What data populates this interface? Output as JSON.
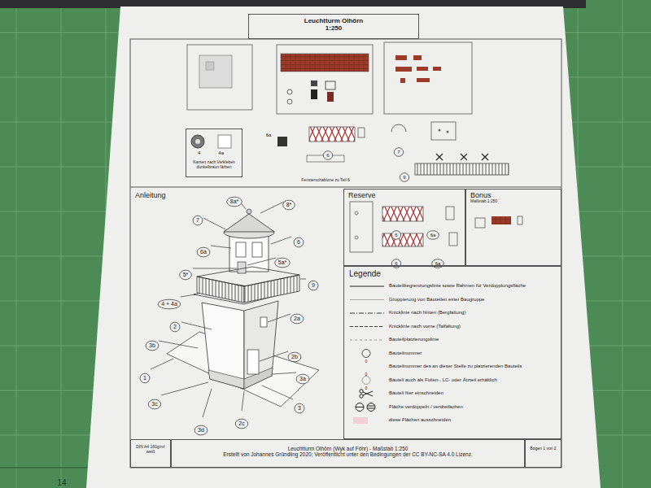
{
  "diagram": {
    "nodes": [
      {
        "text": [
          "Leuchtturm Olhörn",
          "1:250"
        ]
      },
      {
        "text": [
          "4",
          "4a",
          "Kanten nach Verkleben dunkelbraun färben"
        ]
      },
      {
        "text": [
          "Anleitung"
        ]
      },
      {
        "text": [
          "Reserve"
        ]
      },
      {
        "text": [
          "Bonus",
          "Maßstab 1:250"
        ]
      },
      {
        "text": [
          "Legende"
        ]
      },
      {
        "text": [
          "DIN A4 160g/m² weiß"
        ]
      },
      {
        "text": [
          "Leuchtturm Olhörn (Wyk auf Föhr)  -  Maßstab 1:250",
          "Erstellt von Johannes Gründling 2020; Veröffentlicht unter den Bedingungen der CC BY-NC-SA 4.0 Lizenz."
        ]
      },
      {
        "text": [
          "Bogen 1 von 2"
        ]
      }
    ],
    "labels": [
      "6a",
      "6",
      "Fensterschablone zu Teil 6",
      "7",
      "9",
      "8a*",
      "8*",
      "7",
      "6a",
      "6",
      "5*",
      "5a*",
      "9",
      "4 + 4a",
      "2a",
      "2",
      "3b",
      "2b",
      "1",
      "3a",
      "3c",
      "3",
      "2c",
      "3d",
      "6",
      "6a",
      "6",
      "6a",
      "0",
      "0",
      "0",
      "14"
    ],
    "legend": [
      {
        "text": "Bauteilbegrenzungslinie sowie Rahmen für Verdopplungsfläche"
      },
      {
        "text": "Gruppierung von Bauteilen einer Baugruppe"
      },
      {
        "text": "Knicklinie nach hinten (Bergfaltung)"
      },
      {
        "text": "Knicklinie nach vorne (Talfaltung)"
      },
      {
        "text": "Bauteilplatzierungslinie"
      },
      {
        "text": "Bauteilnummer"
      },
      {
        "text": "Bauteilnummer des an dieser Stelle zu platzierenden Bauteils"
      },
      {
        "text": "Bauteil auch als Folien-, LC- oder Ätzteil erhältlich"
      },
      {
        "text": "Bauteil hier einschneiden"
      },
      {
        "text": "Fläche verdoppeln / verdreifachen"
      },
      {
        "text": "diese Flächen ausschneiden",
        "color": "#f0d0d6"
      }
    ]
  }
}
